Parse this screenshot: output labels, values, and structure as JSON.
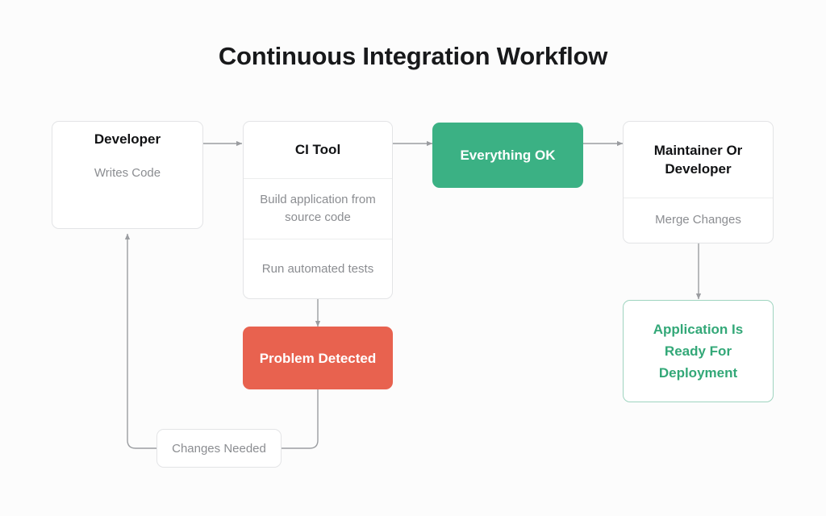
{
  "diagram": {
    "title": "Continuous Integration Workflow",
    "background_color": "#fcfcfc",
    "colors": {
      "green_solid": "#3bb184",
      "red_solid": "#e8624f",
      "green_outline_border": "#9fd4bf",
      "green_outline_text": "#33a878",
      "node_border": "#e3e4e6",
      "muted_text": "#8b8d91",
      "edge_stroke": "#9b9da1",
      "title_text": "#18191b"
    },
    "nodes": [
      {
        "id": "developer",
        "title": "Developer",
        "subtitle": "Writes Code",
        "style": "plain"
      },
      {
        "id": "ci-tool",
        "title": "CI Tool",
        "row_1": "Build application from source code",
        "row_2": "Run automated tests",
        "style": "plain"
      },
      {
        "id": "everything-ok",
        "title": "Everything OK",
        "style": "green-solid"
      },
      {
        "id": "maintainer-or-developer",
        "title": "Maintainer Or Developer",
        "subtitle": "Merge Changes",
        "style": "plain"
      },
      {
        "id": "problem-detected",
        "title": "Problem Detected",
        "style": "red-solid"
      },
      {
        "id": "application-ready",
        "title": "Application Is Ready For Deployment",
        "style": "green-outline"
      }
    ],
    "edge_labels": [
      {
        "id": "changes-needed",
        "label": "Changes Needed"
      }
    ],
    "edges": [
      {
        "from": "developer",
        "to": "ci-tool",
        "label": ""
      },
      {
        "from": "ci-tool",
        "to": "everything-ok",
        "label": ""
      },
      {
        "from": "everything-ok",
        "to": "maintainer-or-developer",
        "label": ""
      },
      {
        "from": "ci-tool",
        "to": "problem-detected",
        "label": ""
      },
      {
        "from": "maintainer-or-developer",
        "to": "application-ready",
        "label": ""
      },
      {
        "from": "problem-detected",
        "to": "developer",
        "label": "Changes Needed"
      }
    ]
  }
}
